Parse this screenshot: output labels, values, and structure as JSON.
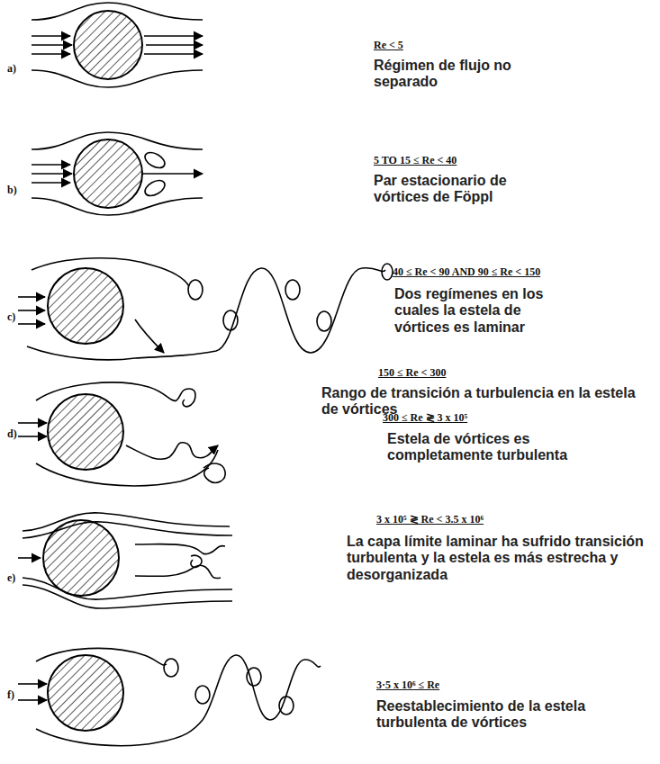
{
  "diagram": {
    "labels": [
      "a)",
      "Re < 5",
      "Régimen de flujo no separado",
      "b)",
      "5 TO 15 ≤ Re < 40",
      "Par estacionario de vórtices de Föppl",
      "c)",
      "40 ≤ Re < 90 AND 90 ≤ Re < 150",
      "Dos regímenes en los cuales la estela de vórtices es laminar",
      "d)",
      "150 ≤ Re < 300",
      "Rango de transición a turbulencia en la estela de vórtices",
      "300 ≤ Re ≷ 3 x 10⁵",
      "Estela de vórtices es completamente turbulenta",
      "e)",
      "3 x 10⁵ ≷ Re < 3.5 x 10⁶",
      "La capa límite laminar ha sufrido transición turbulenta y la estela es más estrecha y desorganizada",
      "f)",
      "3·5 x 10⁶ ≤ Re",
      "Reestablecimiento de la estela turbulenta de vórtices"
    ]
  }
}
